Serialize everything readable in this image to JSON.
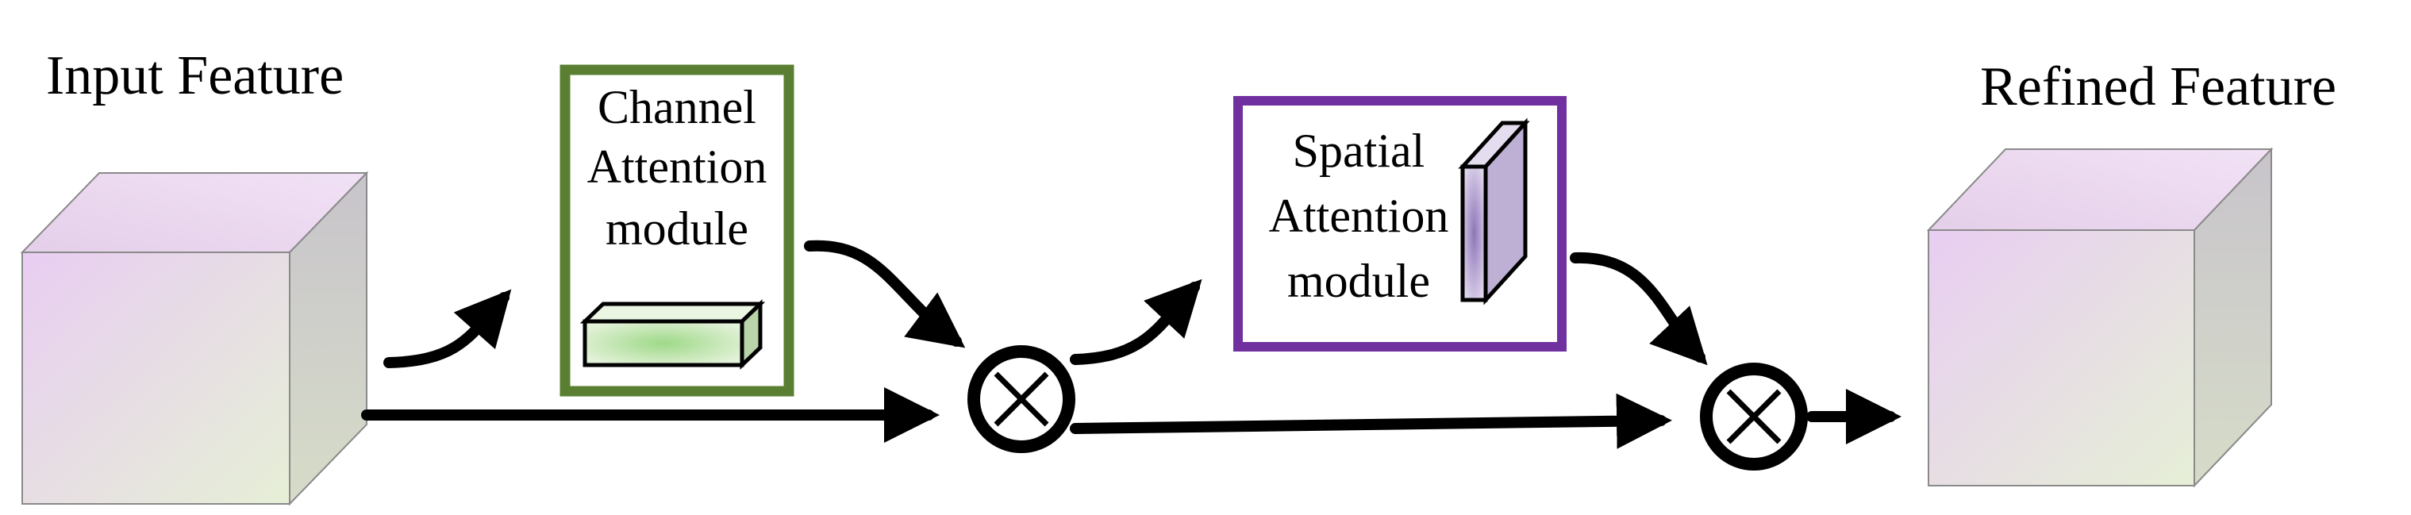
{
  "labels": {
    "input_feature": "Input Feature",
    "refined_feature": "Refined Feature",
    "channel_attention": [
      "Channel",
      "Attention",
      "module"
    ],
    "spatial_attention": [
      "Spatial",
      "Attention",
      "module"
    ]
  },
  "colors": {
    "channel_border": "#5a7f33",
    "spatial_border": "#7030a0",
    "cube_front_top": "#e8d0f0",
    "cube_front_bottom": "#e6ecd6",
    "channel_bar": "#c6e5b3",
    "spatial_slab": "#9d86c0"
  },
  "icons": {
    "multiply_1": "circled-times-icon",
    "multiply_2": "circled-times-icon"
  }
}
